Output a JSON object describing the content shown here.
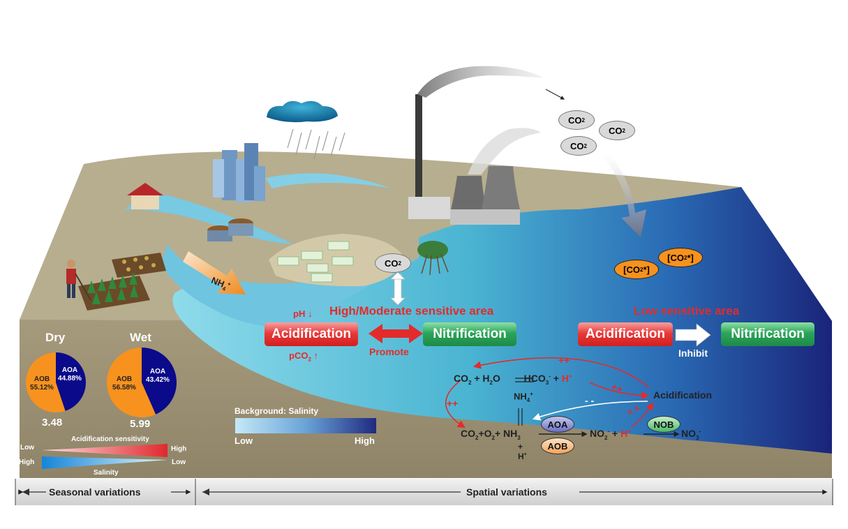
{
  "colors": {
    "aob": "#f7921e",
    "aoa": "#0a0a8a",
    "acidification_red": "#e32b2b",
    "nitrification_green": "#21955a",
    "land": "#b7b090",
    "soil": "#9e9378",
    "water_low": "#7fd3e6",
    "water_high": "#1d2a86"
  },
  "seasonal": {
    "dry": {
      "label": "Dry",
      "aob_pct": 55.12,
      "aoa_pct": 44.88,
      "aob_label": "AOB\n55.12%",
      "aoa_label": "AOA\n44.88%",
      "value": "3.48"
    },
    "wet": {
      "label": "Wet",
      "aob_pct": 56.58,
      "aoa_pct": 43.42,
      "aob_label": "AOB\n56.58%",
      "aoa_label": "AOA\n43.42%",
      "value": "5.99"
    },
    "acid_scale": {
      "title": "Acidification sensitivity",
      "left": "Low",
      "right": "High"
    },
    "salinity_scale": {
      "title": "Salinity",
      "left": "High",
      "right": "Low"
    }
  },
  "legend": {
    "title": "Background: Salinity",
    "low": "Low",
    "high": "High"
  },
  "high_area": {
    "title": "High/Moderate sensitive area",
    "ph": "pH",
    "pco2": "pCO",
    "pco2_sub": "2",
    "acidification": "Acidification",
    "nitrification": "Nitrification",
    "relation": "Promote"
  },
  "low_area": {
    "title": "Low sensitive area",
    "acidification": "Acidification",
    "nitrification": "Nitrification",
    "relation": "Inhibit"
  },
  "scene": {
    "co2": "CO",
    "co2_sub": "2",
    "co2_star": "[CO",
    "co2_star_tail": "*]",
    "nh4": "NH",
    "nh4_sub": "4",
    "nh4_sup": "+"
  },
  "reactions": {
    "acidification": "Acidification",
    "aoa": "AOA",
    "aob": "AOB",
    "nob": "NOB",
    "plusplus": "++",
    "minusminus": "- -"
  },
  "footer": {
    "seasonal": "Seasonal variations",
    "spatial": "Spatial variations"
  }
}
